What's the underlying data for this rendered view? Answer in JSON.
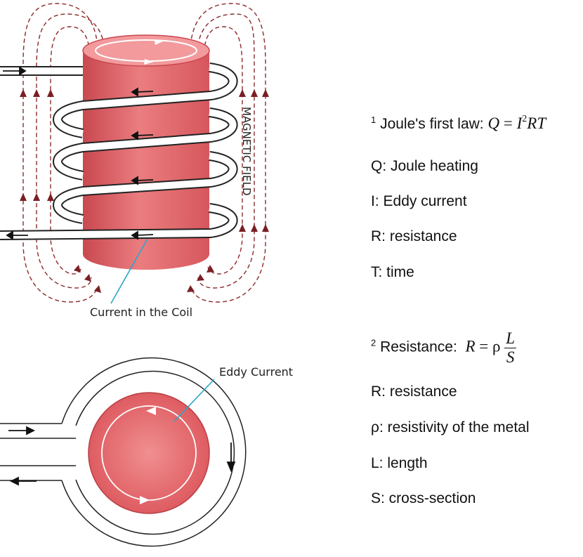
{
  "diagram": {
    "label_coil_current": "Current in the Coil",
    "label_magnetic_field": "MAGNETIC FIELD",
    "label_eddy_current": "Eddy Current"
  },
  "law1": {
    "marker": "1",
    "title": "Joule's first law:",
    "formula_lhs": "Q",
    "formula_eq": "=",
    "formula_i": "I",
    "formula_exp": "2",
    "formula_rt": "RT",
    "defs": [
      "Q: Joule heating",
      "I: Eddy current",
      "R: resistance",
      "T: time"
    ]
  },
  "law2": {
    "marker": "2",
    "title": "Resistance:",
    "formula_lhs": "R",
    "formula_eq": "=",
    "formula_rho": "ρ",
    "formula_num": "L",
    "formula_den": "S",
    "defs": [
      "R: resistance",
      "ρ: resistivity of the metal",
      "L: length",
      "S: cross-section"
    ]
  },
  "colors": {
    "cylinder": "#e05a5e",
    "field_lines": "#8b2a2a",
    "callout": "#2aa6c8"
  }
}
